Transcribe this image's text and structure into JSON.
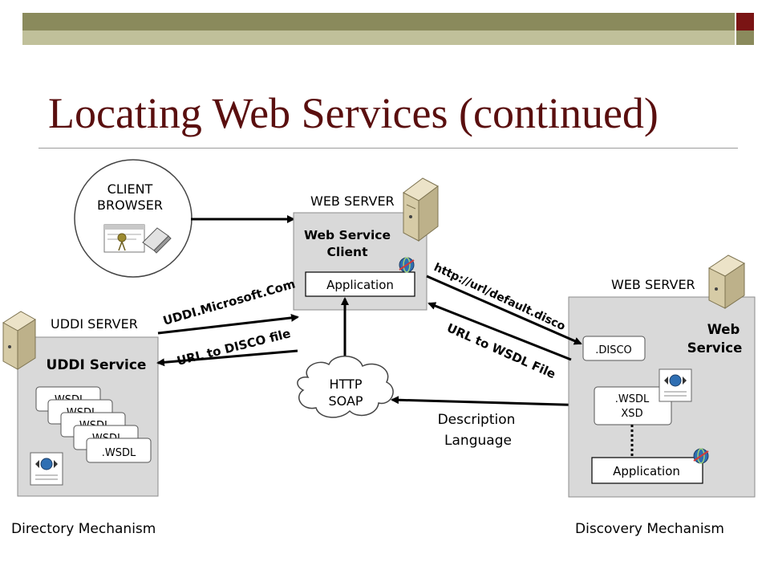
{
  "slide": {
    "title": "Locating Web Services (continued)"
  },
  "client": {
    "label_line1": "CLIENT",
    "label_line2": "BROWSER"
  },
  "client_server": {
    "header": "WEB SERVER",
    "title_line1": "Web Service",
    "title_line2": "Client",
    "app_label": "Application"
  },
  "uddi_server": {
    "header": "UDDI SERVER",
    "title": "UDDI Service",
    "wsdl_label": ".WSDL"
  },
  "web_server": {
    "header": "WEB SERVER",
    "title_line1": "Web",
    "title_line2": "Service",
    "disco_label": ".DISCO",
    "wsdl_line1": ".WSDL",
    "wsdl_line2": "XSD",
    "app_label": "Application"
  },
  "cloud": {
    "line1": "HTTP",
    "line2": "SOAP"
  },
  "arrows": {
    "uddi_url": "UDDI.Microsoft.Com",
    "disco_url": "URL to DISCO file",
    "http_url": "http://url/default.disco",
    "wsdl_url": "URL to WSDL File"
  },
  "description": {
    "line1": "Description",
    "line2": "Language"
  },
  "footer": {
    "left": "Directory Mechanism",
    "right": "Discovery Mechanism"
  },
  "icons": {
    "server": "server-tower-icon",
    "person": "person-icon",
    "laptop": "laptop-icon",
    "globe": "globe-icon",
    "web_doc": "web-document-icon"
  }
}
